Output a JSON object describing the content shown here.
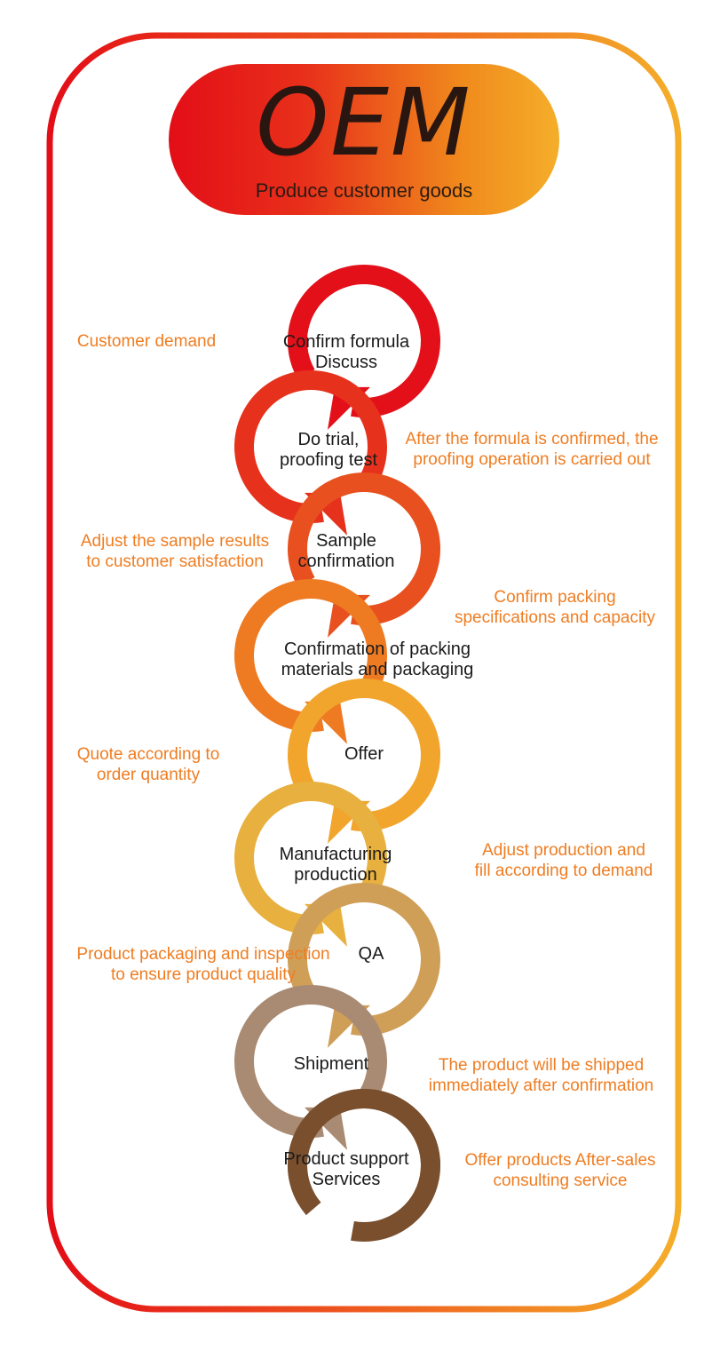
{
  "header": {
    "title": "OEM",
    "subtitle": "Produce customer goods"
  },
  "steps": [
    {
      "label": "Confirm formula\nDiscuss",
      "note": "Customer demand"
    },
    {
      "label": "Do trial,\nproofing test",
      "note": "After the formula is confirmed, the\nproofing operation is carried out"
    },
    {
      "label": "Sample\nconfirmation",
      "note": "Adjust the sample results\nto customer satisfaction"
    },
    {
      "label": "Confirmation of packing\nmaterials and packaging",
      "note": "Confirm packing\nspecifications and capacity"
    },
    {
      "label": "Offer",
      "note": "Quote according to\norder quantity"
    },
    {
      "label": "Manufacturing\nproduction",
      "note": "Adjust production and\nfill according to demand"
    },
    {
      "label": "QA",
      "note": "Product packaging and inspection\nto ensure product quality"
    },
    {
      "label": "Shipment",
      "note": "The product will be shipped\nimmediately after confirmation"
    },
    {
      "label": "Product support\nServices",
      "note": "Offer products After-sales\nconsulting service"
    }
  ],
  "colors": {
    "frame_start": "#e30e17",
    "frame_end": "#f4ae2a",
    "note_text": "#ef7d22",
    "ring_colors": [
      "#e3101a",
      "#e6321c",
      "#e8501f",
      "#ee7a22",
      "#f1a52c",
      "#e8b03e",
      "#cf9f58",
      "#a98a72",
      "#7a4f2e"
    ]
  }
}
